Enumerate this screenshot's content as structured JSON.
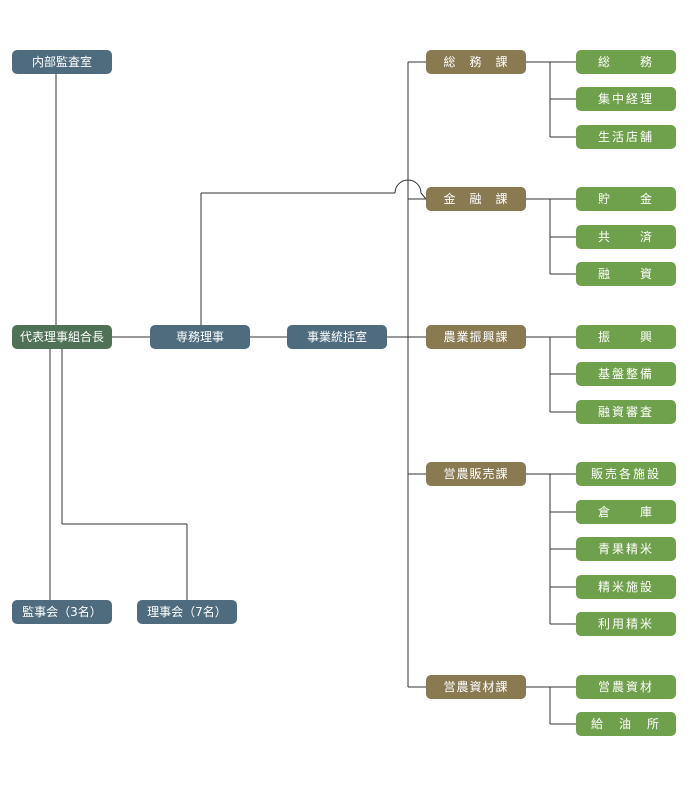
{
  "exec": {
    "audit_office": "内部監査室",
    "president": "代表理事組合長",
    "managing_director": "専務理事",
    "integration_office": "事業統括室",
    "auditors": "監事会（3名）",
    "directors": "理事会（7名）"
  },
  "departments": [
    {
      "label": "総　務　課",
      "subs": [
        "総　　務",
        "集中経理",
        "生活店舗"
      ]
    },
    {
      "label": "金　融　課",
      "subs": [
        "貯　　金",
        "共　　済",
        "融　　資"
      ]
    },
    {
      "label": "農業振興課",
      "subs": [
        "振　　興",
        "基盤整備",
        "融資審査"
      ]
    },
    {
      "label": "営農販売課",
      "subs": [
        "販売各施設",
        "倉　　庫",
        "青果精米",
        "精米施設",
        "利用精米"
      ]
    },
    {
      "label": "営農資材課",
      "subs": [
        "営農資材",
        "給　油　所"
      ]
    }
  ],
  "colors": {
    "exec": "#4e6c7d",
    "department": "#8a7a52",
    "section": "#6fa14c",
    "line": "#333333"
  }
}
